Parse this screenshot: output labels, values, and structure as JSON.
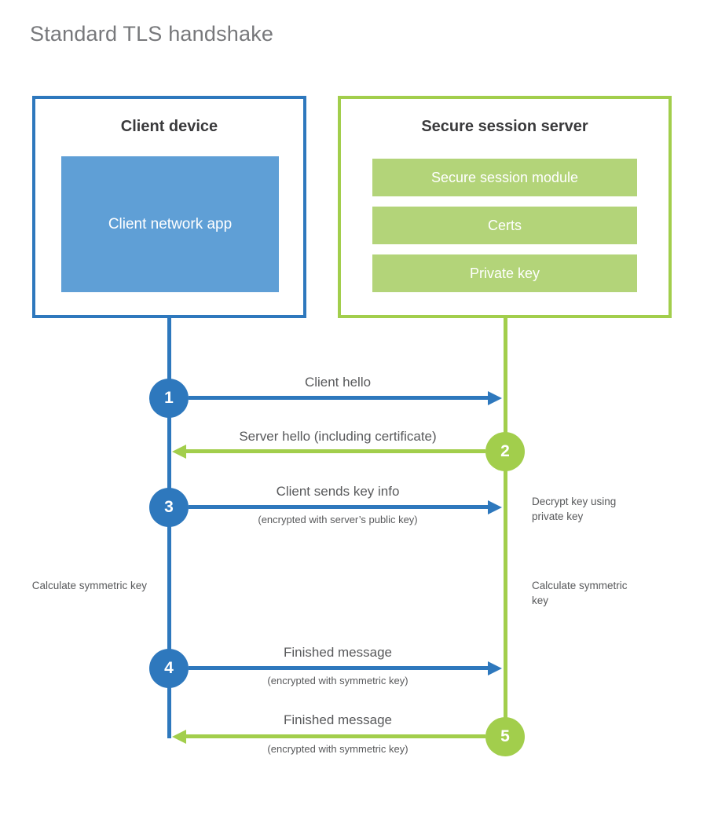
{
  "title": "Standard TLS handshake",
  "colors": {
    "client_accent": "#2e78bd",
    "client_fill": "#5f9fd6",
    "server_accent": "#a2ce4c",
    "server_fill": "#b3d479",
    "heading_text": "#3a3a3c",
    "label_text": "#58595b",
    "title_text": "#77787b"
  },
  "client": {
    "heading": "Client device",
    "app_label": "Client network app"
  },
  "server": {
    "heading": "Secure session server",
    "modules": [
      "Secure session module",
      "Certs",
      "Private key"
    ]
  },
  "steps": [
    {
      "num": "1",
      "label": "Client hello",
      "sublabel": "",
      "direction": "right",
      "color": "blue"
    },
    {
      "num": "2",
      "label": "Server hello (including certificate)",
      "sublabel": "",
      "direction": "left",
      "color": "green"
    },
    {
      "num": "3",
      "label": "Client sends key info",
      "sublabel": "(encrypted with server’s public key)",
      "direction": "right",
      "color": "blue"
    },
    {
      "num": "4",
      "label": "Finished message",
      "sublabel": "(encrypted with symmetric key)",
      "direction": "right",
      "color": "blue"
    },
    {
      "num": "5",
      "label": "Finished message",
      "sublabel": "(encrypted with symmetric key)",
      "direction": "left",
      "color": "green"
    }
  ],
  "notes": {
    "decrypt": "Decrypt key using private key",
    "calc_left": "Calculate symmetric key",
    "calc_right": "Calculate symmetric key"
  }
}
